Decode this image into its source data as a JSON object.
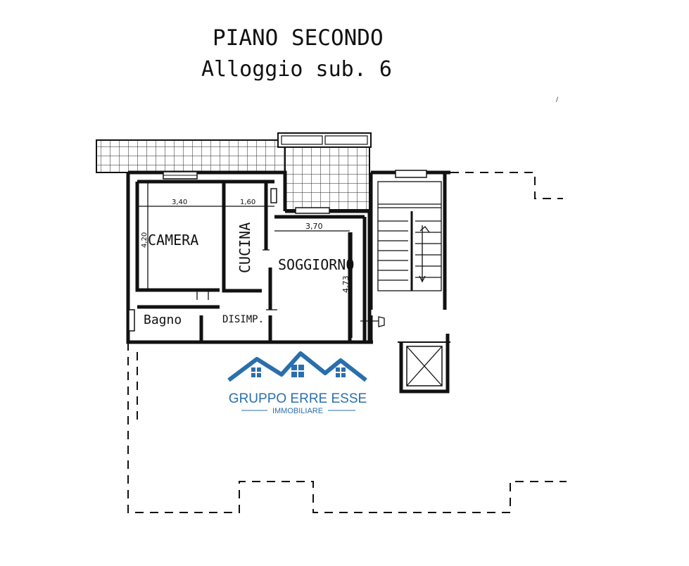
{
  "title": {
    "line1": "PIANO SECONDO",
    "line2": "Alloggio sub. 6"
  },
  "rooms": {
    "camera": "CAMERA",
    "cucina": "CUCINA",
    "soggiorno": "SOGGIORNO",
    "bagno": "Bagno",
    "disimpegno": "DISIMP."
  },
  "dimensions": {
    "camera_width": "3,40",
    "camera_height": "4,20",
    "cucina_width": "1,60",
    "soggiorno_width": "3,70",
    "soggiorno_height": "4,73"
  },
  "logo": {
    "name": "GRUPPO ERRE ESSE",
    "subtitle": "IMMOBILIARE",
    "color": "#2a6fad"
  }
}
